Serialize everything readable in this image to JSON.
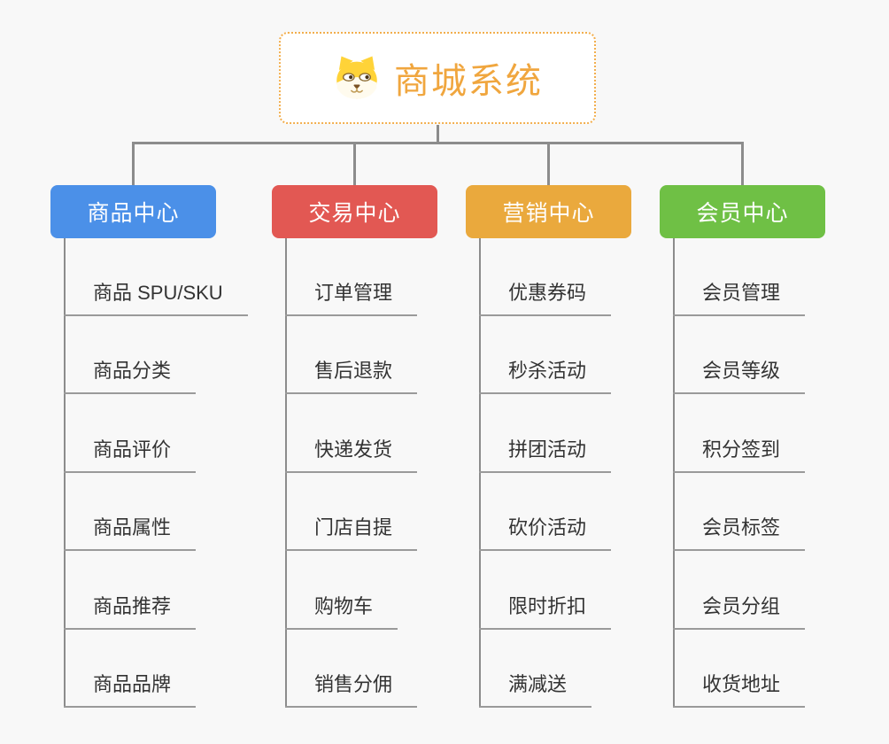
{
  "root": {
    "title": "商城系统",
    "icon": "dog-face-icon",
    "accent_color": "#F0A63E",
    "border_color": "#F2AE4D"
  },
  "colors": {
    "connector": "#8C8C8C",
    "leaf_underline": "#9A9A9A",
    "leaf_text": "#333333",
    "background": "#F8F8F8"
  },
  "branches": [
    {
      "label": "商品中心",
      "color": "#4B90E8",
      "items": [
        "商品 SPU/SKU",
        "商品分类",
        "商品评价",
        "商品属性",
        "商品推荐",
        "商品品牌"
      ]
    },
    {
      "label": "交易中心",
      "color": "#E25853",
      "items": [
        "订单管理",
        "售后退款",
        "快递发货",
        "门店自提",
        "购物车",
        "销售分佣"
      ]
    },
    {
      "label": "营销中心",
      "color": "#EAA93D",
      "items": [
        "优惠券码",
        "秒杀活动",
        "拼团活动",
        "砍价活动",
        "限时折扣",
        "满减送"
      ]
    },
    {
      "label": "会员中心",
      "color": "#6FC045",
      "items": [
        "会员管理",
        "会员等级",
        "积分签到",
        "会员标签",
        "会员分组",
        "收货地址"
      ]
    }
  ]
}
